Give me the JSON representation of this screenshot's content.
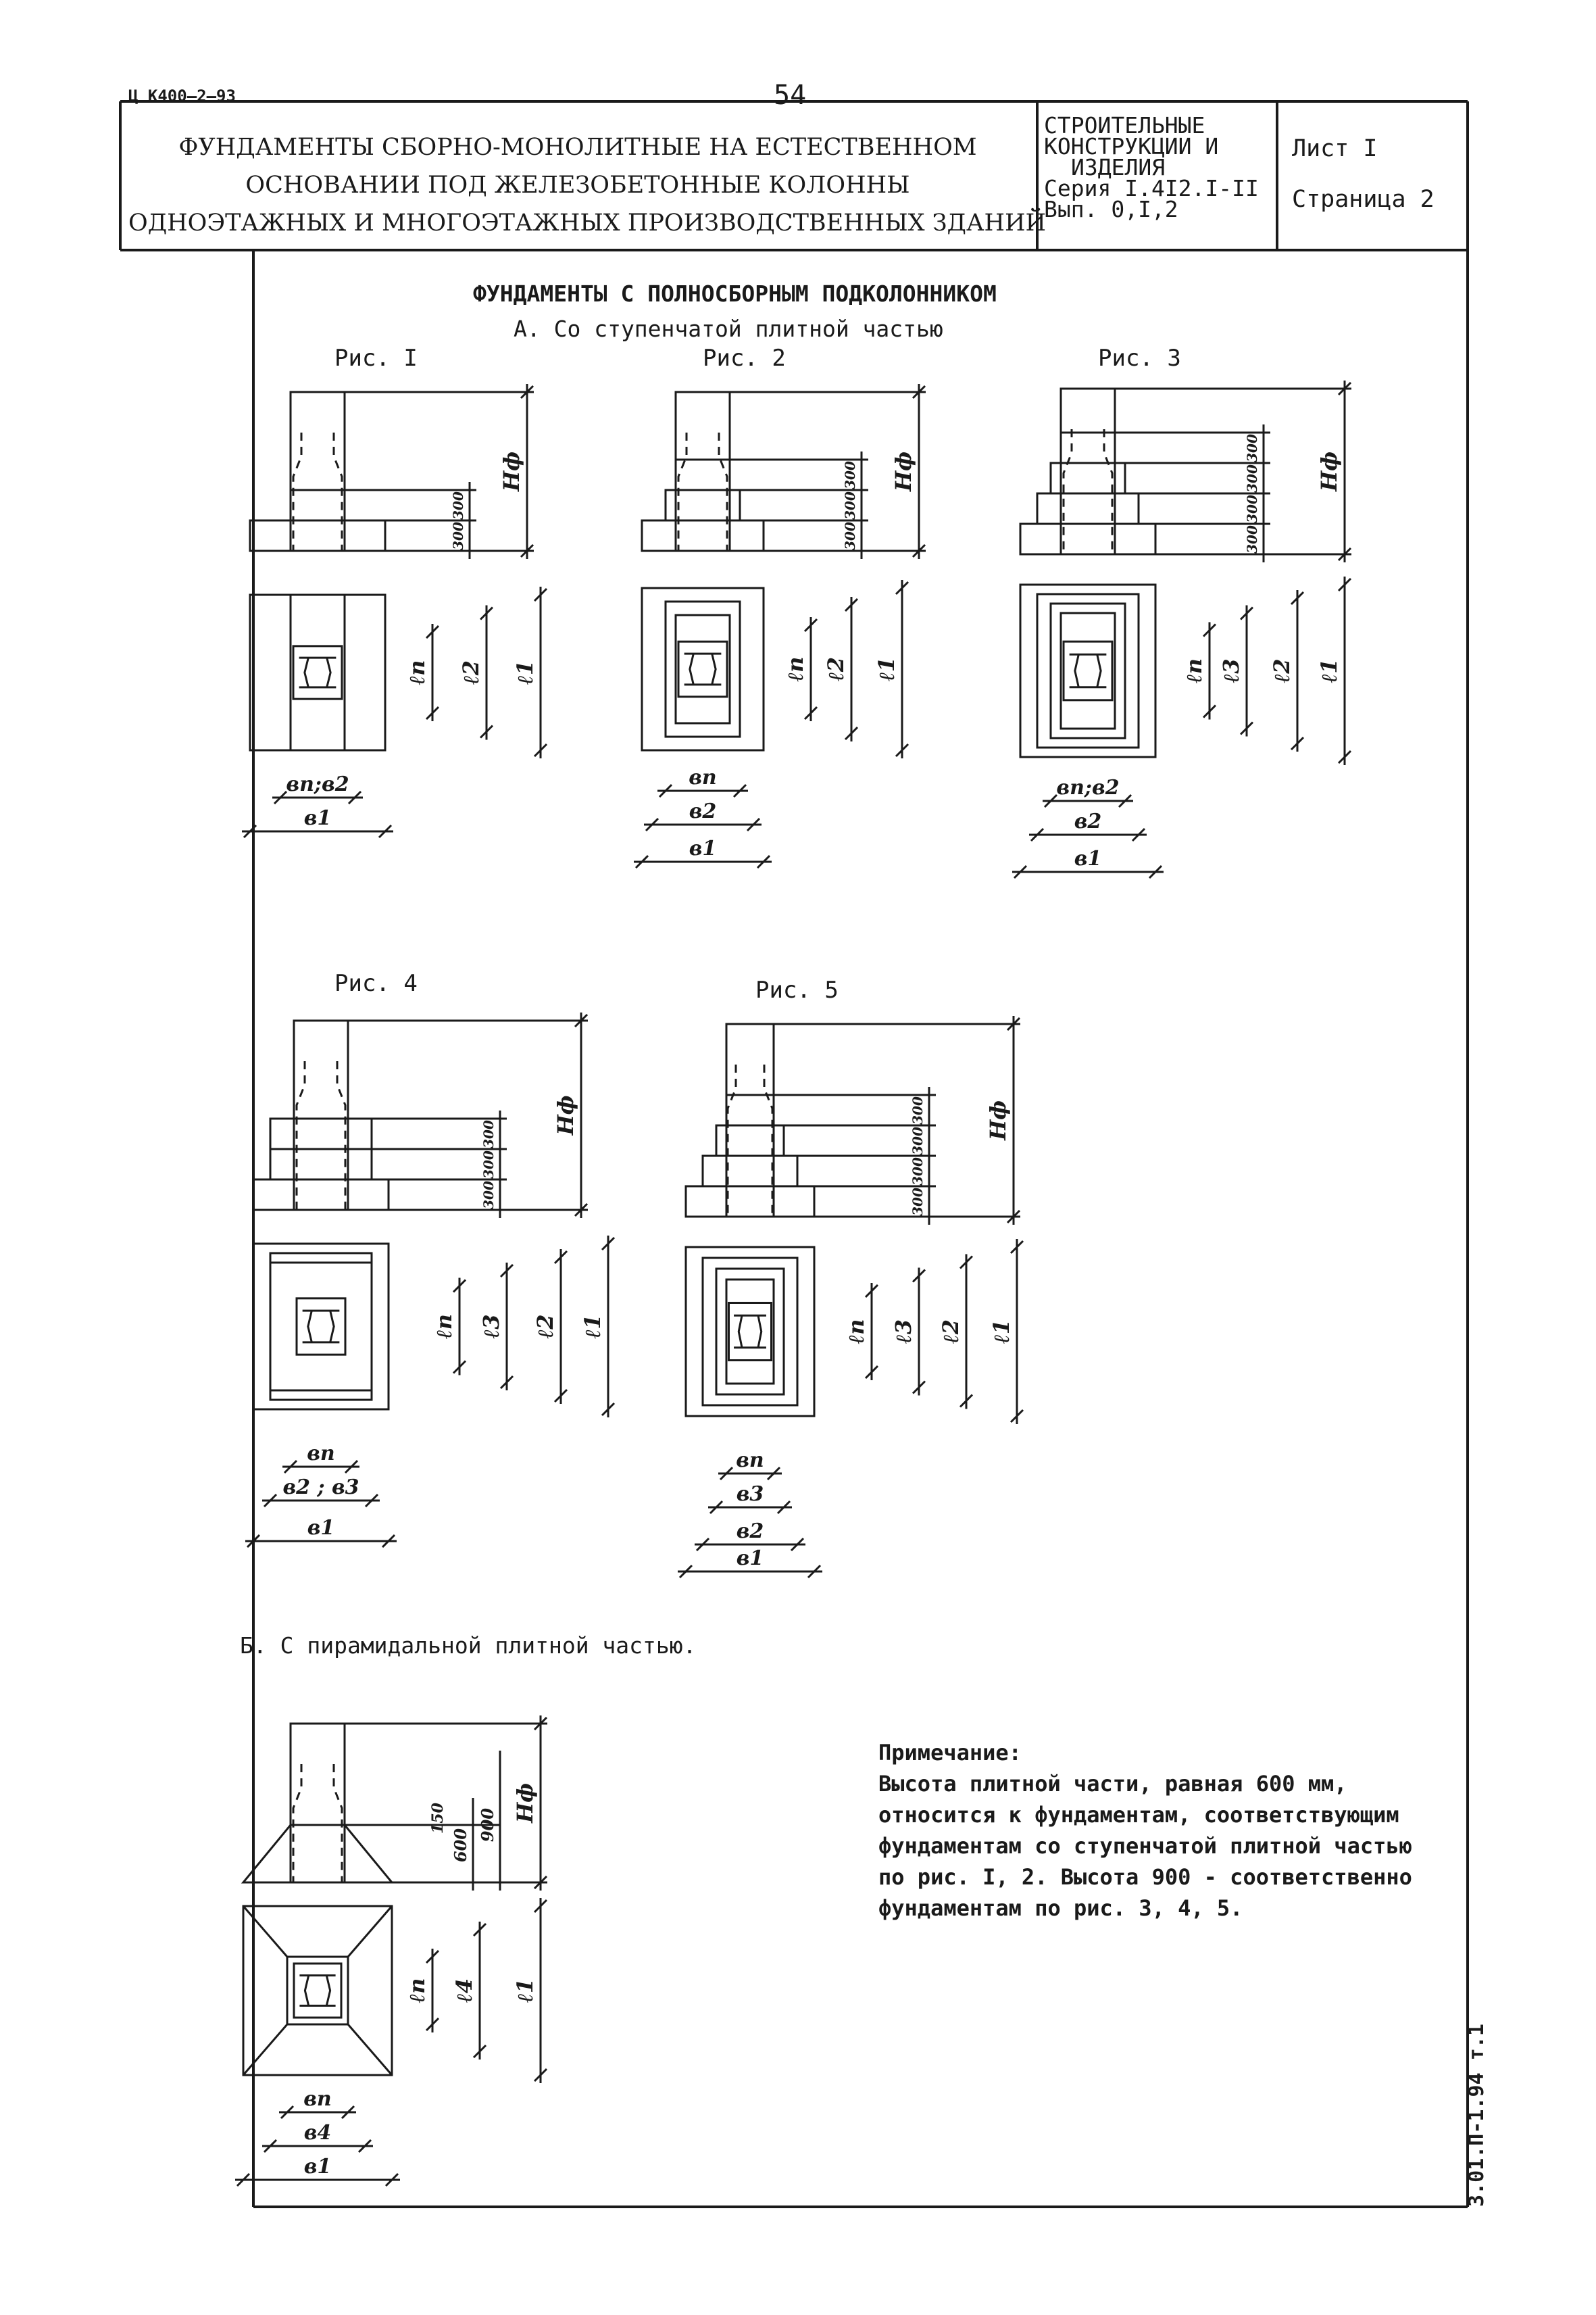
{
  "header": {
    "doc_code": "Ц К400—2—93",
    "page_number": "54",
    "title_lines": [
      "ФУНДАМЕНТЫ СБОРНО-МОНОЛИТНЫЕ НА ЕСТЕСТВЕННОМ",
      "ОСНОВАНИИ ПОД ЖЕЛЕЗОБЕТОННЫЕ КОЛОННЫ",
      "ОДНОЭТАЖНЫХ И МНОГОЭТАЖНЫХ ПРОИЗВОДСТВЕННЫХ ЗДАНИЙ"
    ],
    "series_lines": [
      "СТРОИТЕЛЬНЫЕ",
      "КОНСТРУКЦИИ И",
      "ИЗДЕЛИЯ",
      "Серия I.4I2.I-II",
      "Вып. 0,I,2"
    ],
    "sheet": "Лист I",
    "page": "Страница 2"
  },
  "section_title": "ФУНДАМЕНТЫ С ПОЛНОСБОРНЫМ ПОДКОЛОННИКОМ",
  "subsection_a": "А. Со ступенчатой плитной частью",
  "subsection_b": "Б. С пирамидальной плитной частью.",
  "figures": {
    "fig1": "Рис. I",
    "fig2": "Рис. 2",
    "fig3": "Рис. 3",
    "fig4": "Рис. 4",
    "fig5": "Рис. 5"
  },
  "dims": {
    "h": "Нф",
    "s300": "300",
    "l1": "ℓ1",
    "l2": "ℓ2",
    "l3": "ℓ3",
    "l4": "ℓ4",
    "ln": "ℓп",
    "b1": "в1",
    "b2": "в2",
    "b3": "в3",
    "b4": "в4",
    "bn": "вп",
    "bn_b2": "вп;в2",
    "b2_b3": "в2 ; в3",
    "d150": "150",
    "d600": "600",
    "d900": "900"
  },
  "note": {
    "heading": "Примечание:",
    "lines": [
      "Высота плитной части, равная 600 мм,",
      "относится к фундаментам, соответствующим",
      "фундаментам со ступенчатой плитной частью",
      "по рис. I, 2. Высота 900 - соответственно",
      "фундаментам по рис. 3, 4, 5."
    ]
  },
  "side_stamp": "3.01.П-1.94 т.1"
}
